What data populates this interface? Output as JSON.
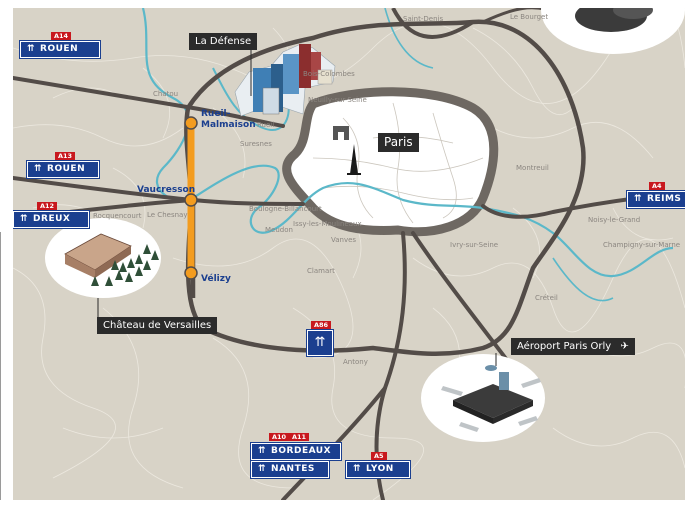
{
  "city": "Paris",
  "landmarks": {
    "la_defense": "La Défense",
    "versailles": "Château de Versailles",
    "orly": "Aéroport Paris Orly"
  },
  "tram_line": {
    "color": "#f39c1f",
    "stations": [
      "Rueil-\nMalmaison",
      "Vaucresson",
      "Vélizy"
    ]
  },
  "road_signs": [
    {
      "id": "rouen_a14",
      "road": "A14",
      "dest": "ROUEN"
    },
    {
      "id": "rouen_a13",
      "road": "A13",
      "dest": "ROUEN"
    },
    {
      "id": "dreux",
      "road": "A12",
      "dest": "DREUX"
    },
    {
      "id": "reims",
      "road": "A4",
      "dest": "REIMS"
    },
    {
      "id": "bordeaux",
      "road": "A10",
      "dest": "BORDEAUX"
    },
    {
      "id": "nantes",
      "road": "A11",
      "dest": "NANTES"
    },
    {
      "id": "lyon",
      "road": "A5",
      "dest": "LYON"
    }
  ],
  "a86_label": "A86",
  "small_place_names": [
    "Saint-Denis",
    "Le Bourget",
    "Neuilly-sur-Seine",
    "Rueil",
    "Suresnes",
    "Montreuil",
    "Le Chesnay",
    "Rocquencourt",
    "Créteil",
    "Clamart",
    "Antony",
    "Boulogne-Billancourt",
    "Vanves",
    "Ivry-sur-Seine",
    "Champigny-sur-Marne",
    "Noisy-le-Grand",
    "Bois-Colombes",
    "Chatou",
    "Meudon",
    "Issy-les-Moulineaux"
  ],
  "colors": {
    "map_bg": "#d8d3c7",
    "city_fill": "#ffffff",
    "ring_road": "#6e6862",
    "motorway": "#534c48",
    "river": "#5bb8c9",
    "sign_blue": "#1b3f8f",
    "sign_red": "#c8181e"
  }
}
